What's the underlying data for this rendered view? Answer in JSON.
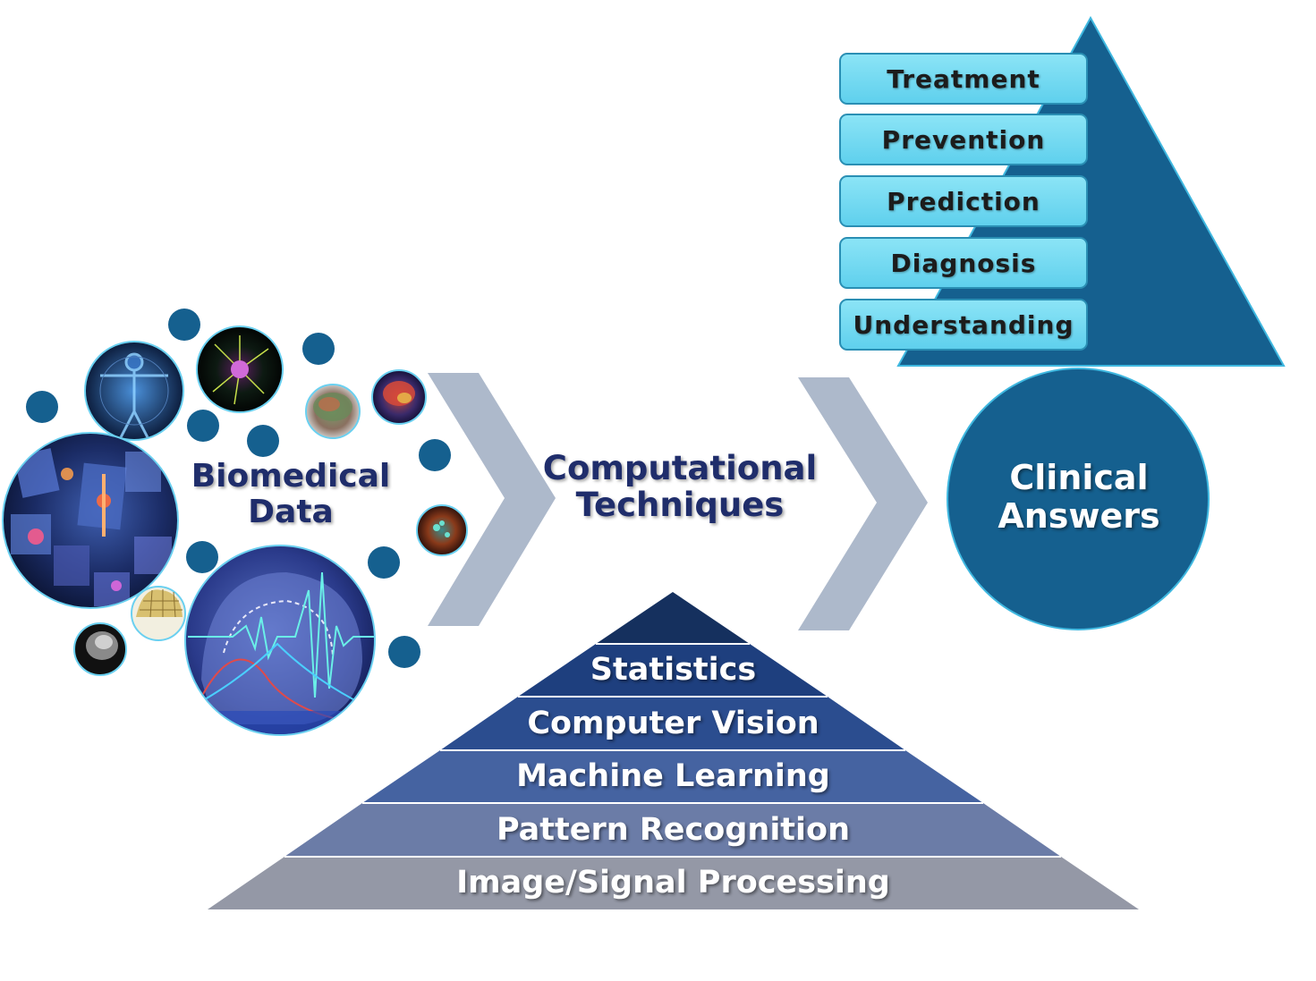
{
  "biomedical_data": {
    "label_line1": "Biomedical",
    "label_line2": "Data"
  },
  "computational_techniques": {
    "label_line1": "Computational",
    "label_line2": "Techniques"
  },
  "clinical_answers": {
    "label_line1": "Clinical",
    "label_line2": "Answers"
  },
  "clinical_steps": [
    "Treatment",
    "Prevention",
    "Prediction",
    "Diagnosis",
    "Understanding"
  ],
  "technique_levels": [
    "Statistics",
    "Computer Vision",
    "Machine Learning",
    "Pattern Recognition",
    "Image/Signal Processing"
  ],
  "colors": {
    "dark_blue": "#15608f",
    "chevron": "#adb9cb",
    "step_box": "#6fd6f0",
    "pyramid_tip": "#15305e",
    "pyramid_levels": [
      "#1e3f7e",
      "#2b4d8f",
      "#4563a1",
      "#6b7ca7",
      "#9498a6"
    ],
    "label_text": "#1f2d6b"
  },
  "icons": [
    "human-body-image",
    "neuron-image",
    "brain-tractography-image",
    "brain-scan-image",
    "skeleton-collage-image",
    "cell-image",
    "eeg-cap-image",
    "mri-head-image",
    "brain-mri-signal-image"
  ]
}
